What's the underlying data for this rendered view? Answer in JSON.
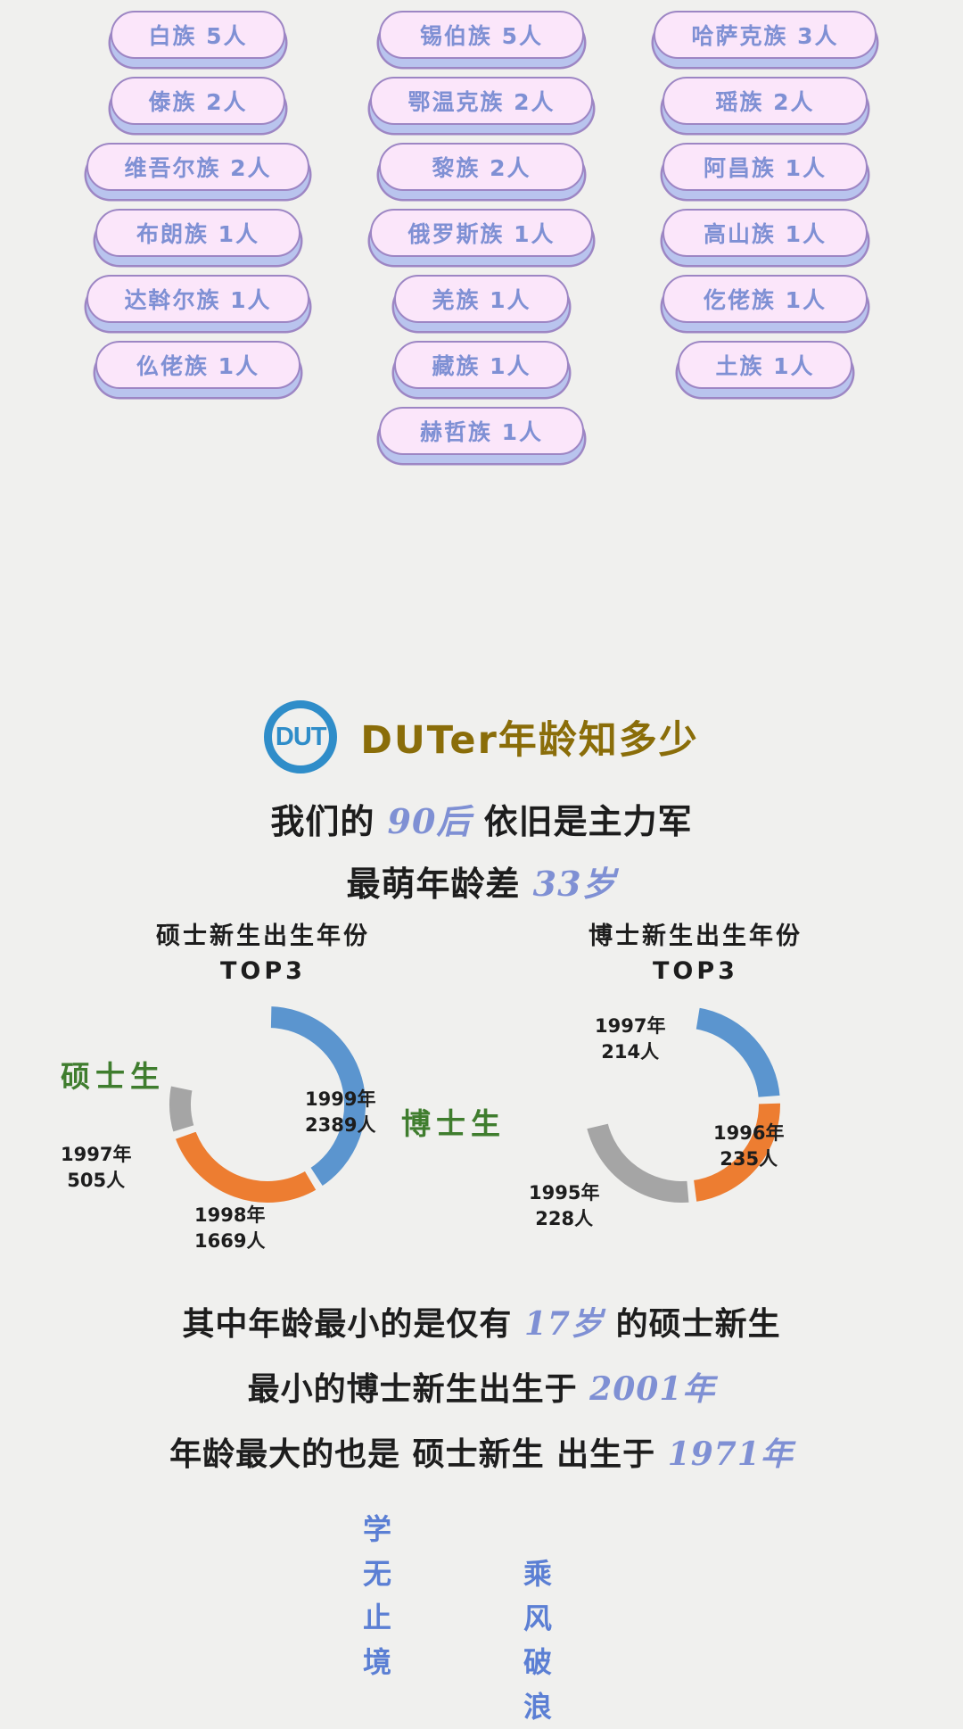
{
  "ethnic_groups": {
    "items": [
      {
        "label": "白族 5人",
        "width": "w1"
      },
      {
        "label": "锡伯族 5人",
        "width": "w2"
      },
      {
        "label": "哈萨克族 3人",
        "width": "w3"
      },
      {
        "label": "傣族 2人",
        "width": "w1"
      },
      {
        "label": "鄂温克族 2人",
        "width": "w3"
      },
      {
        "label": "瑶族 2人",
        "width": "w2"
      },
      {
        "label": "维吾尔族 2人",
        "width": "w3"
      },
      {
        "label": "黎族 2人",
        "width": "w2"
      },
      {
        "label": "阿昌族 1人",
        "width": "w2"
      },
      {
        "label": "布朗族 1人",
        "width": "w2"
      },
      {
        "label": "俄罗斯族 1人",
        "width": "w3"
      },
      {
        "label": "高山族 1人",
        "width": "w2"
      },
      {
        "label": "达斡尔族 1人",
        "width": "w3"
      },
      {
        "label": "羌族 1人",
        "width": "w1"
      },
      {
        "label": "仡佬族 1人",
        "width": "w2"
      },
      {
        "label": "仫佬族 1人",
        "width": "w2"
      },
      {
        "label": "藏族 1人",
        "width": "w1"
      },
      {
        "label": "土族 1人",
        "width": "w1"
      },
      {
        "label": "赫哲族 1人",
        "width": "w2"
      }
    ]
  },
  "header": {
    "logo_text": "DUT",
    "title": "DUTer年龄知多少"
  },
  "lead": {
    "line1_a": "我们的 ",
    "line1_hl": "90后",
    "line1_b": " 依旧是主力军",
    "line2_a": "最萌年龄差 ",
    "line2_hl": "33岁"
  },
  "charts": {
    "left": {
      "heading_line1": "硕士新生出生年份",
      "heading_line2": "TOP3",
      "degree_label": "硕士生"
    },
    "right": {
      "heading_line1": "博士新生出生年份",
      "heading_line2": "TOP3",
      "degree_label": "博士生"
    }
  },
  "chart_data": [
    {
      "type": "pie",
      "title": "硕士新生出生年份 TOP3",
      "subtitle": "硕士生",
      "categories": [
        "1999年",
        "1998年",
        "1997年"
      ],
      "values": [
        2389,
        1669,
        505
      ],
      "unit": "人",
      "colors": [
        "#5b95cf",
        "#ed7d31",
        "#a5a5a5"
      ],
      "labels": [
        {
          "year": "1999年",
          "count": "2389人"
        },
        {
          "year": "1998年",
          "count": "1669人"
        },
        {
          "year": "1997年",
          "count": "505人"
        }
      ],
      "legend": "none",
      "donut": true
    },
    {
      "type": "pie",
      "title": "博士新生出生年份 TOP3",
      "subtitle": "博士生",
      "categories": [
        "1997年",
        "1996年",
        "1995年"
      ],
      "values": [
        214,
        235,
        228
      ],
      "unit": "人",
      "colors": [
        "#5b95cf",
        "#ed7d31",
        "#a5a5a5"
      ],
      "labels": [
        {
          "year": "1997年",
          "count": "214人"
        },
        {
          "year": "1996年",
          "count": "235人"
        },
        {
          "year": "1995年",
          "count": "228人"
        }
      ],
      "legend": "none",
      "donut": true
    }
  ],
  "tail": {
    "line1_a": "其中年龄最小的是仅有 ",
    "line1_hl": "17岁",
    "line1_b": " 的硕士新生",
    "line2_a": "最小的博士新生出生于 ",
    "line2_hl": "2001年",
    "line3_a": "年龄最大的也是 硕士新生 出生于 ",
    "line3_hl": "1971年"
  },
  "slogans": {
    "left": "学无止境",
    "right": "乘风破浪"
  }
}
